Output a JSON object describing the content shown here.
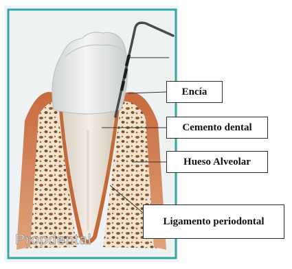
{
  "labels": {
    "encia": "Encía",
    "cemento": "Cemento dental",
    "hueso": "Hueso Alveolar",
    "ligamento": "Ligamento periodontal"
  },
  "watermark": "Propdental",
  "colors": {
    "panel_border": "#3aa3a8",
    "panel_bg": "#eef2f2",
    "enamel": "#e9ebea",
    "root": "#efe6dc",
    "gum": "#d4875c",
    "bone": "#f1e3cc",
    "trabecula": "#8f5a36",
    "probe": "#4a4a4a"
  }
}
